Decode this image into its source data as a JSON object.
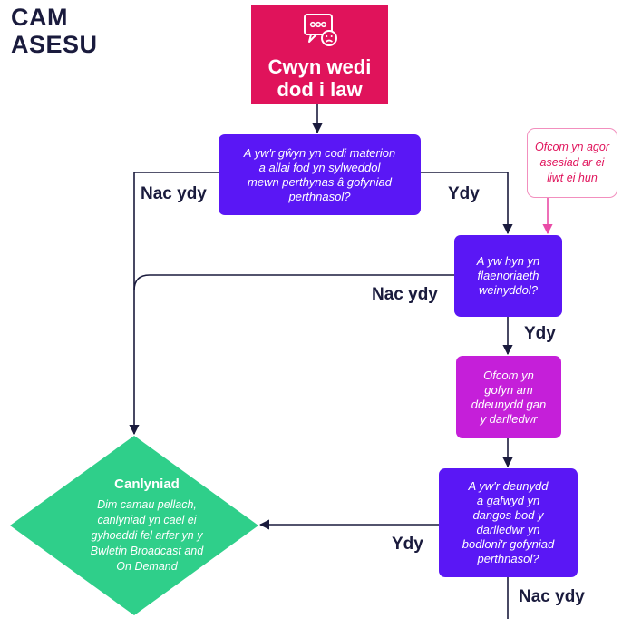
{
  "heading": {
    "line1": "CAM",
    "line2": "ASESU"
  },
  "start": {
    "icon": "complaint-chat-icon",
    "label_line1": "Cwyn wedi",
    "label_line2": "dod i law"
  },
  "question1": {
    "lines": [
      "A yw'r gŵyn yn codi materion",
      "a allai fod yn sylweddol",
      "mewn perthynas â gofyniad",
      "perthnasol?"
    ]
  },
  "side_note": {
    "lines": [
      "Ofcom yn agor",
      "asesiad ar ei",
      "liwt ei hun"
    ]
  },
  "question2": {
    "lines": [
      "A yw hyn yn",
      "flaenoriaeth",
      "weinyddol?"
    ]
  },
  "request": {
    "lines": [
      "Ofcom yn",
      "gofyn am",
      "ddeunydd gan",
      "y darlledwr"
    ]
  },
  "question3": {
    "lines": [
      "A yw'r deunydd",
      "a gafwyd yn",
      "dangos bod y",
      "darlledwr yn",
      "bodloni'r gofyniad",
      "perthnasol?"
    ]
  },
  "outcome": {
    "title": "Canlyniad",
    "lines": [
      "Dim camau pellach,",
      "canlyniad yn cael ei",
      "gyhoeddi fel arfer yn y",
      "Bwletin Broadcast and",
      "On Demand"
    ]
  },
  "labels": {
    "q1_no": "Nac ydy",
    "q1_yes": "Ydy",
    "q2_no": "Nac ydy",
    "q2_yes": "Ydy",
    "q3_yes": "Ydy",
    "q3_no": "Nac ydy"
  },
  "colors": {
    "heading": "#1a1b3d",
    "start": "#e0135b",
    "question": "#5a17f5",
    "request": "#c51fd9",
    "outcome": "#2fcf8a",
    "side_note_border": "#f28fbe",
    "side_note_text": "#e0135b",
    "connector": "#1a1b3d",
    "side_connector": "#e94ba6"
  }
}
